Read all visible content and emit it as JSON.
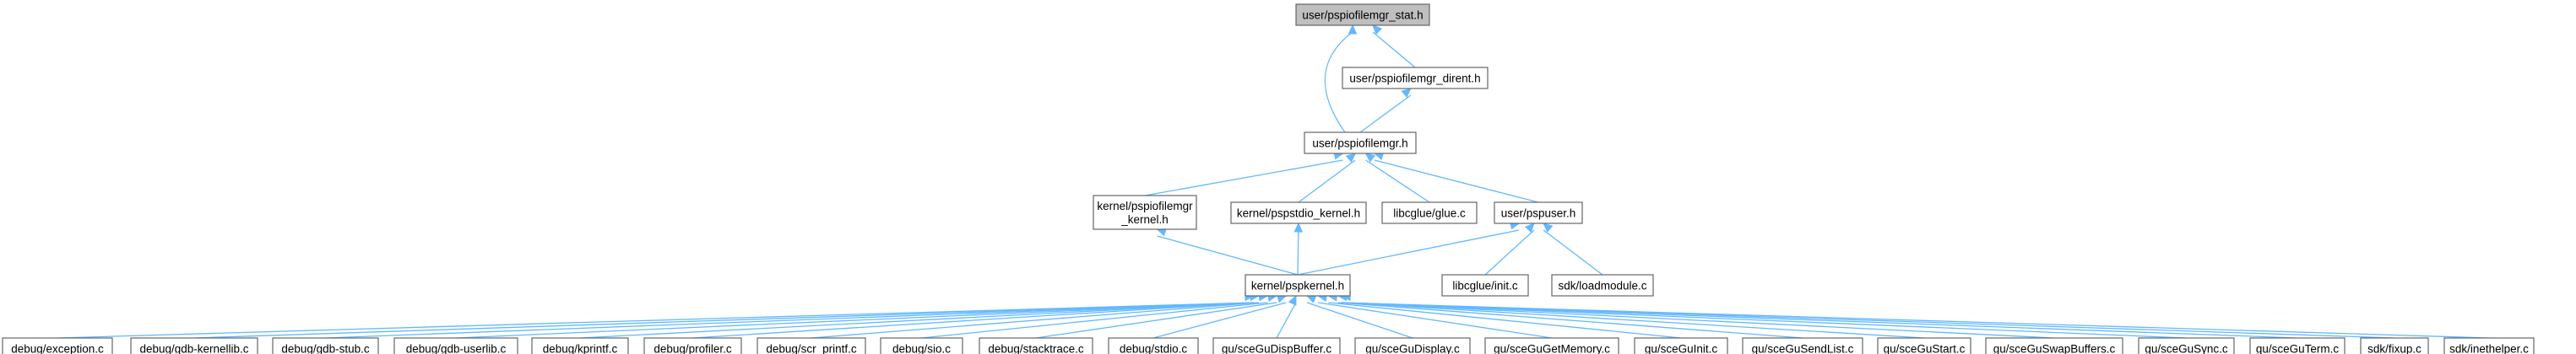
{
  "graph": {
    "nodes": [
      {
        "id": "n_stat",
        "label": [
          "user/pspiofilemgr_stat.h"
        ],
        "root": true
      },
      {
        "id": "n_dirent",
        "label": [
          "user/pspiofilemgr_dirent.h"
        ]
      },
      {
        "id": "n_iofilemgr",
        "label": [
          "user/pspiofilemgr.h"
        ]
      },
      {
        "id": "n_kiofilemgr",
        "label": [
          "kernel/pspiofilemgr",
          "_kernel.h"
        ]
      },
      {
        "id": "n_kstdio",
        "label": [
          "kernel/pspstdio_kernel.h"
        ]
      },
      {
        "id": "n_glue",
        "label": [
          "libcglue/glue.c"
        ]
      },
      {
        "id": "n_pspuser",
        "label": [
          "user/pspuser.h"
        ]
      },
      {
        "id": "n_pspkernel",
        "label": [
          "kernel/pspkernel.h"
        ]
      },
      {
        "id": "n_init",
        "label": [
          "libcglue/init.c"
        ]
      },
      {
        "id": "n_loadmodule",
        "label": [
          "sdk/loadmodule.c"
        ]
      },
      {
        "id": "n_exception",
        "label": [
          "debug/exception.c"
        ]
      },
      {
        "id": "n_gdbkernellib",
        "label": [
          "debug/gdb-kernellib.c"
        ]
      },
      {
        "id": "n_gdbstub",
        "label": [
          "debug/gdb-stub.c"
        ]
      },
      {
        "id": "n_gdbuserlib",
        "label": [
          "debug/gdb-userlib.c"
        ]
      },
      {
        "id": "n_kprintf",
        "label": [
          "debug/kprintf.c"
        ]
      },
      {
        "id": "n_profiler",
        "label": [
          "debug/profiler.c"
        ]
      },
      {
        "id": "n_scrprintf",
        "label": [
          "debug/scr_printf.c"
        ]
      },
      {
        "id": "n_sio",
        "label": [
          "debug/sio.c"
        ]
      },
      {
        "id": "n_stacktrace",
        "label": [
          "debug/stacktrace.c"
        ]
      },
      {
        "id": "n_stdio",
        "label": [
          "debug/stdio.c"
        ]
      },
      {
        "id": "n_dispbuffer",
        "label": [
          "gu/sceGuDispBuffer.c"
        ]
      },
      {
        "id": "n_display",
        "label": [
          "gu/sceGuDisplay.c"
        ]
      },
      {
        "id": "n_getmemory",
        "label": [
          "gu/sceGuGetMemory.c"
        ]
      },
      {
        "id": "n_guinit",
        "label": [
          "gu/sceGuInit.c"
        ]
      },
      {
        "id": "n_sendlist",
        "label": [
          "gu/sceGuSendList.c"
        ]
      },
      {
        "id": "n_start",
        "label": [
          "gu/sceGuStart.c"
        ]
      },
      {
        "id": "n_swapbuffers",
        "label": [
          "gu/sceGuSwapBuffers.c"
        ]
      },
      {
        "id": "n_sync",
        "label": [
          "gu/sceGuSync.c"
        ]
      },
      {
        "id": "n_term",
        "label": [
          "gu/sceGuTerm.c"
        ]
      },
      {
        "id": "n_fixup",
        "label": [
          "sdk/fixup.c"
        ]
      },
      {
        "id": "n_inethelper",
        "label": [
          "sdk/inethelper.c"
        ]
      }
    ],
    "edges": [
      {
        "from": "n_dirent",
        "to": "n_stat"
      },
      {
        "from": "n_iofilemgr",
        "to": "n_stat"
      },
      {
        "from": "n_iofilemgr",
        "to": "n_dirent"
      },
      {
        "from": "n_kiofilemgr",
        "to": "n_iofilemgr"
      },
      {
        "from": "n_kstdio",
        "to": "n_iofilemgr"
      },
      {
        "from": "n_glue",
        "to": "n_iofilemgr"
      },
      {
        "from": "n_pspuser",
        "to": "n_iofilemgr"
      },
      {
        "from": "n_pspkernel",
        "to": "n_kiofilemgr"
      },
      {
        "from": "n_pspkernel",
        "to": "n_kstdio"
      },
      {
        "from": "n_pspkernel",
        "to": "n_pspuser"
      },
      {
        "from": "n_init",
        "to": "n_pspuser"
      },
      {
        "from": "n_loadmodule",
        "to": "n_pspuser"
      },
      {
        "from": "n_exception",
        "to": "n_pspkernel"
      },
      {
        "from": "n_gdbkernellib",
        "to": "n_pspkernel"
      },
      {
        "from": "n_gdbstub",
        "to": "n_pspkernel"
      },
      {
        "from": "n_gdbuserlib",
        "to": "n_pspkernel"
      },
      {
        "from": "n_kprintf",
        "to": "n_pspkernel"
      },
      {
        "from": "n_profiler",
        "to": "n_pspkernel"
      },
      {
        "from": "n_scrprintf",
        "to": "n_pspkernel"
      },
      {
        "from": "n_sio",
        "to": "n_pspkernel"
      },
      {
        "from": "n_stacktrace",
        "to": "n_pspkernel"
      },
      {
        "from": "n_stdio",
        "to": "n_pspkernel"
      },
      {
        "from": "n_dispbuffer",
        "to": "n_pspkernel"
      },
      {
        "from": "n_display",
        "to": "n_pspkernel"
      },
      {
        "from": "n_getmemory",
        "to": "n_pspkernel"
      },
      {
        "from": "n_guinit",
        "to": "n_pspkernel"
      },
      {
        "from": "n_sendlist",
        "to": "n_pspkernel"
      },
      {
        "from": "n_start",
        "to": "n_pspkernel"
      },
      {
        "from": "n_swapbuffers",
        "to": "n_pspkernel"
      },
      {
        "from": "n_sync",
        "to": "n_pspkernel"
      },
      {
        "from": "n_term",
        "to": "n_pspkernel"
      },
      {
        "from": "n_fixup",
        "to": "n_pspkernel"
      },
      {
        "from": "n_inethelper",
        "to": "n_pspkernel"
      }
    ]
  },
  "colors": {
    "edge": "#63b8ff",
    "node_border": "#666666",
    "root_fill": "#bfbfbf",
    "node_fill": "#ffffff"
  }
}
